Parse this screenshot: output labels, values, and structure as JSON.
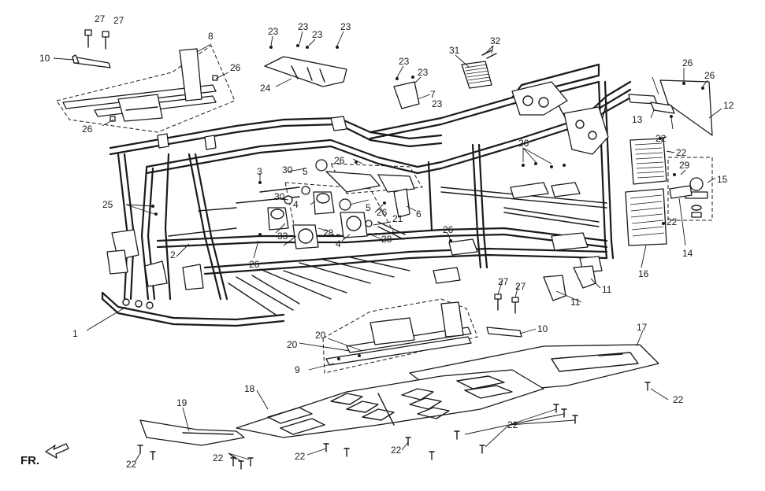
{
  "diagram": {
    "direction_label": "FR.",
    "callouts": {
      "c1": "1",
      "c2": "2",
      "c3": "3",
      "c4a": "4",
      "c4b": "4",
      "c5a": "5",
      "c5b": "5",
      "c6": "6",
      "c7": "7",
      "c8": "8",
      "c9": "9",
      "c10a": "10",
      "c10b": "10",
      "c11a": "11",
      "c11b": "11",
      "c12": "12",
      "c13": "13",
      "c14": "14",
      "c15": "15",
      "c16": "16",
      "c17": "17",
      "c18": "18",
      "c19": "19",
      "c20a": "20",
      "c20b": "20",
      "c21": "21",
      "c22a": "22",
      "c22b": "22",
      "c22c": "22",
      "c22d": "22",
      "c22e": "22",
      "c22f": "22",
      "c22g": "22",
      "c22h": "22",
      "c22i": "22",
      "c23a": "23",
      "c23b": "23",
      "c23c": "23",
      "c23d": "23",
      "c23e": "23",
      "c23f": "23",
      "c23g": "23",
      "c24": "24",
      "c25": "25",
      "c26a": "26",
      "c26b": "26",
      "c26c": "26",
      "c26d": "26",
      "c26e": "26",
      "c26f": "26",
      "c26g": "26",
      "c26h": "26",
      "c26i": "26",
      "c27a": "27",
      "c27b": "27",
      "c27c": "27",
      "c27d": "27",
      "c28a": "28",
      "c28b": "28",
      "c29": "29",
      "c30a": "30",
      "c30b": "30",
      "c31": "31",
      "c32": "32",
      "c33": "33"
    }
  }
}
